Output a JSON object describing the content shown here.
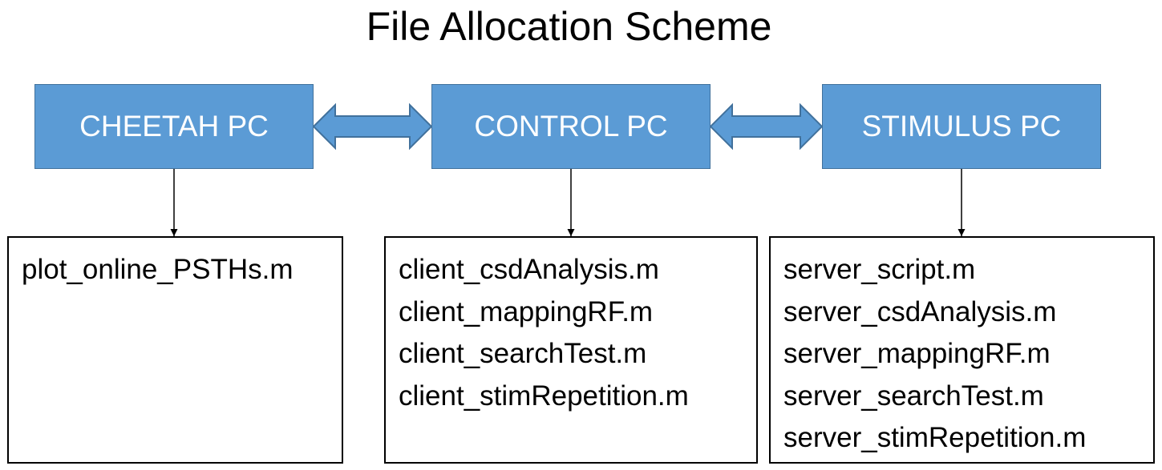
{
  "title": "File Allocation Scheme",
  "computers": [
    {
      "name": "CHEETAH PC",
      "files": [
        "plot_online_PSTHs.m"
      ]
    },
    {
      "name": "CONTROL PC",
      "files": [
        "client_csdAnalysis.m",
        "client_mappingRF.m",
        "client_searchTest.m",
        "client_stimRepetition.m"
      ]
    },
    {
      "name": "STIMULUS PC",
      "files": [
        "server_script.m",
        "server_csdAnalysis.m",
        "server_mappingRF.m",
        "server_searchTest.m",
        "server_stimRepetition.m"
      ]
    }
  ],
  "colors": {
    "pc_fill": "#5b9bd5",
    "pc_border": "#41719c",
    "pc_text": "#ffffff"
  }
}
